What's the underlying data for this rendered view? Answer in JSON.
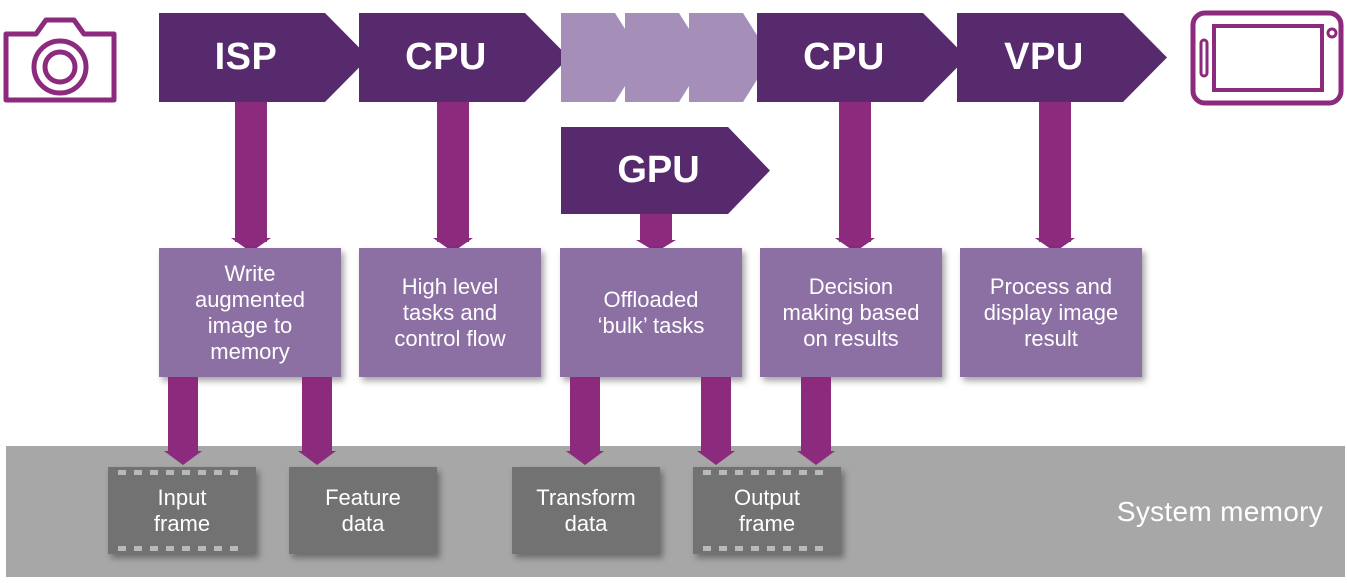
{
  "pipeline": {
    "stages": [
      {
        "label": "ISP"
      },
      {
        "label": "CPU"
      },
      {
        "label": ""
      },
      {
        "label": ""
      },
      {
        "label": ""
      },
      {
        "label": "CPU"
      },
      {
        "label": "VPU"
      }
    ],
    "gpu_label": "GPU"
  },
  "tasks": [
    {
      "label": "Write\naugmented\nimage to\nmemory"
    },
    {
      "label": "High level\ntasks and\ncontrol flow"
    },
    {
      "label": "Offloaded\n‘bulk’ tasks"
    },
    {
      "label": "Decision\nmaking based\non results"
    },
    {
      "label": "Process and\ndisplay image\nresult"
    }
  ],
  "memory": {
    "label": "System memory",
    "items": [
      {
        "label": "Input\nframe"
      },
      {
        "label": "Feature\ndata"
      },
      {
        "label": "Transform\ndata"
      },
      {
        "label": "Output\nframe"
      }
    ]
  },
  "icons": {
    "source": "camera-icon",
    "sink": "tablet-icon"
  },
  "colors": {
    "stage_dark": "#562a6d",
    "stage_light": "#a58fb9",
    "task": "#8c6fa3",
    "arrow": "#8c2a7e",
    "memory_band": "#a7a7a7",
    "memory_box": "#727272"
  }
}
